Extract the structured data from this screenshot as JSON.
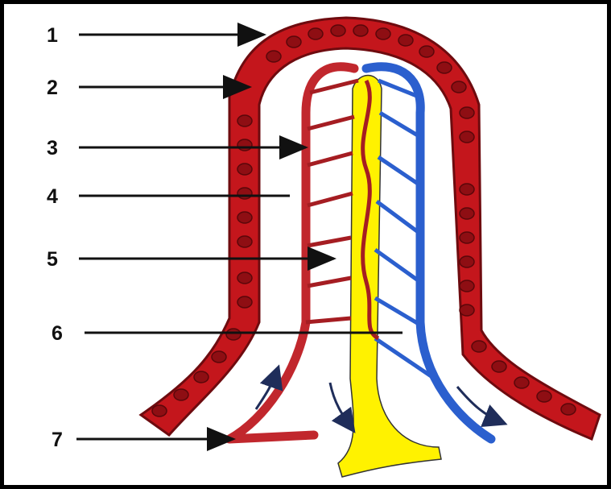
{
  "labels": [
    {
      "id": "1",
      "text": "1"
    },
    {
      "id": "2",
      "text": "2"
    },
    {
      "id": "3",
      "text": "3"
    },
    {
      "id": "4",
      "text": "4"
    },
    {
      "id": "5",
      "text": "5"
    },
    {
      "id": "6",
      "text": "6"
    },
    {
      "id": "7",
      "text": "7"
    }
  ],
  "colors": {
    "epithelium": "#c4161c",
    "epithelium_dark": "#6e0b0f",
    "artery": "#c1272d",
    "vein": "#2b5fce",
    "lacteal": "#fff200",
    "pointer": "#111111"
  }
}
